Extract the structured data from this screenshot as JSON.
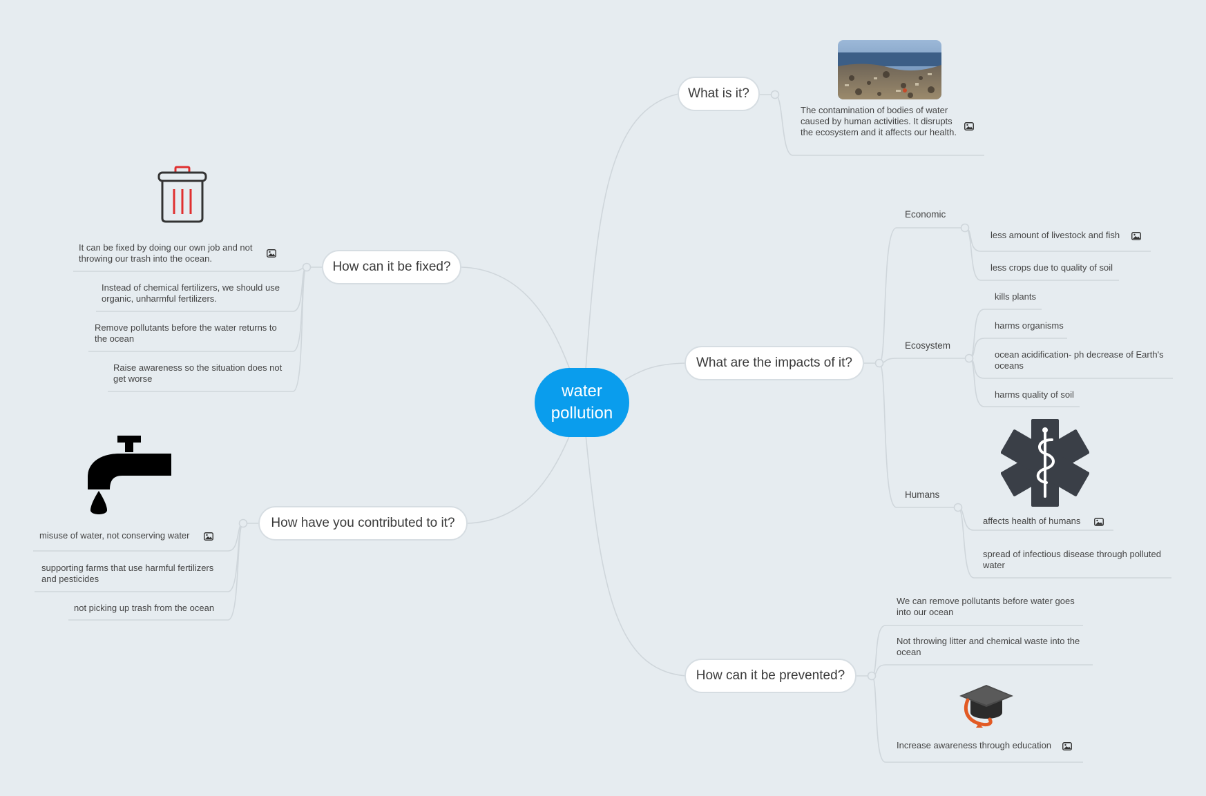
{
  "central": {
    "label": "water pollution"
  },
  "colors": {
    "central": "#0a9ded",
    "background": "#e6ecf0",
    "lines": "#cfd6db"
  },
  "topics": {
    "what_is_it": {
      "title": "What is it?",
      "description": "The contamination of bodies of water caused by human activities. It disrupts the ecosystem and it affects our health.",
      "image": "polluted-shore-photo"
    },
    "impacts": {
      "title": "What are the impacts of it?",
      "economic": {
        "label": "Economic",
        "items": [
          "less amount of livestock and fish",
          "less crops due to quality of soil"
        ]
      },
      "ecosystem": {
        "label": "Ecosystem",
        "items": [
          "kills plants",
          "harms organisms",
          "ocean acidification- ph decrease of Earth's oceans",
          "harms quality of soil"
        ]
      },
      "humans": {
        "label": "Humans",
        "items": [
          "affects health of humans",
          "spread of infectious disease through polluted water"
        ],
        "image": "star-of-life-icon"
      }
    },
    "prevented": {
      "title": "How can it be prevented?",
      "items": [
        "We can remove pollutants before water goes into our ocean",
        "Not throwing litter and chemical waste into the ocean",
        "Increase awareness through education"
      ],
      "image": "graduation-cap-icon"
    },
    "fixed": {
      "title": "How can it be fixed?",
      "items": [
        "It can be fixed by doing our own job and not throwing our trash into the ocean.",
        "Instead of chemical fertilizers, we should use organic, unharmful fertilizers.",
        "Remove pollutants before the water returns to the ocean",
        "Raise awareness so the situation does not get worse"
      ],
      "image": "trash-can-icon"
    },
    "contributed": {
      "title": "How have you contributed to it?",
      "items": [
        "misuse of water, not conserving water",
        "supporting farms that use harmful fertilizers and pesticides",
        "not picking up trash from the ocean"
      ],
      "image": "faucet-icon"
    }
  }
}
